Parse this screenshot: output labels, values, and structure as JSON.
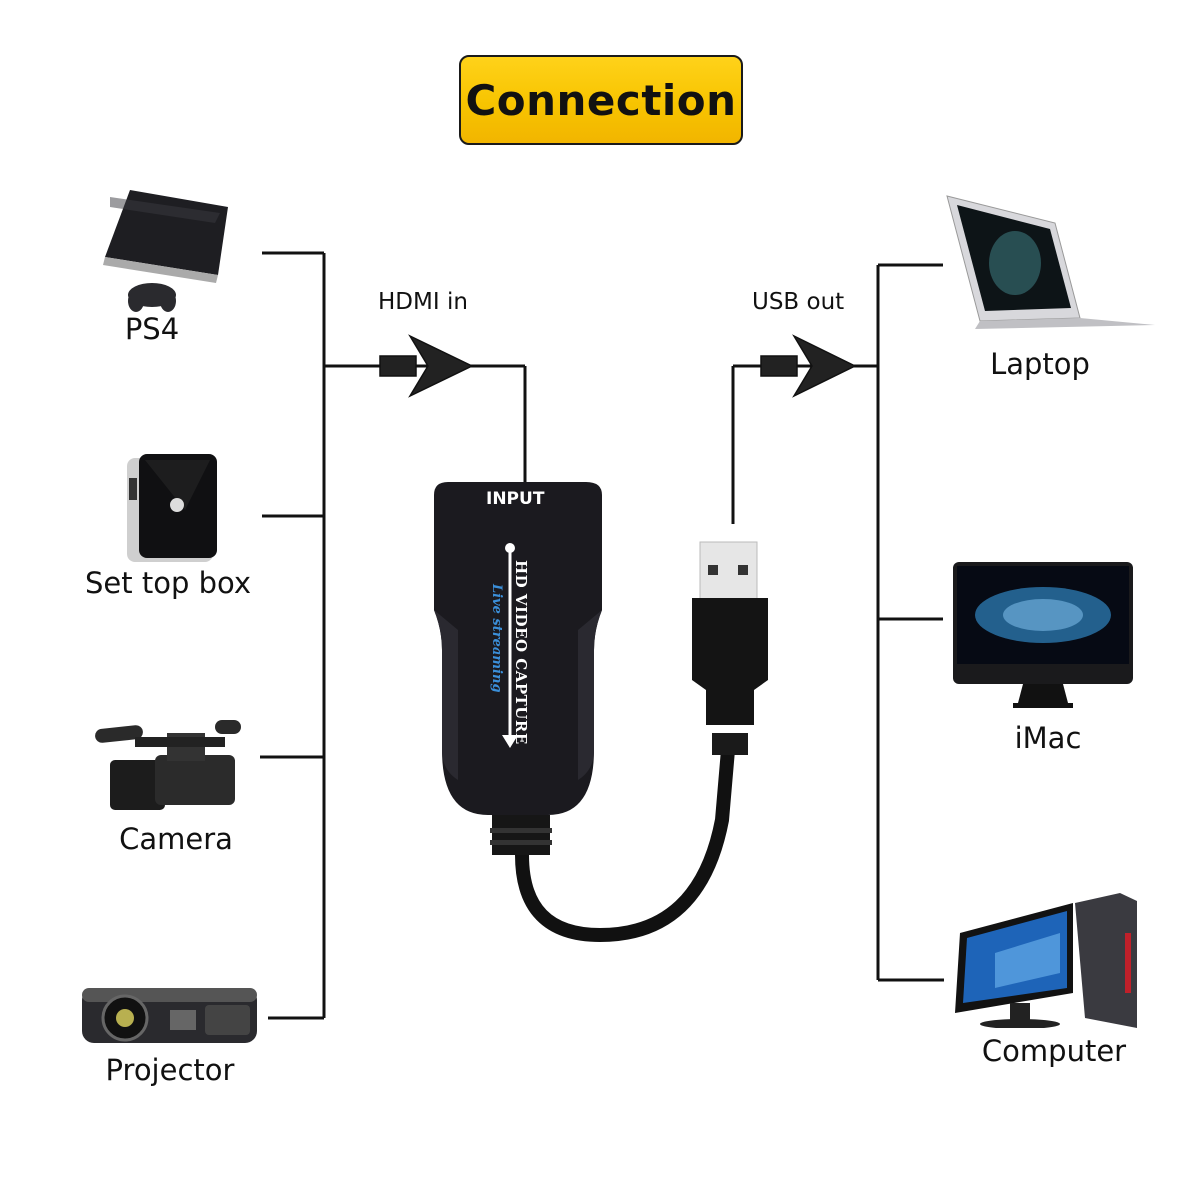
{
  "title": "Connection",
  "flow": {
    "input_label": "HDMI in",
    "output_label": "USB out"
  },
  "sources": [
    {
      "label": "PS4",
      "icon": "game-console-icon"
    },
    {
      "label": "Set top box",
      "icon": "set-top-box-icon"
    },
    {
      "label": "Camera",
      "icon": "video-camera-icon"
    },
    {
      "label": "Projector",
      "icon": "projector-icon"
    }
  ],
  "targets": [
    {
      "label": "Laptop",
      "icon": "laptop-icon"
    },
    {
      "label": "iMac",
      "icon": "imac-icon"
    },
    {
      "label": "Computer",
      "icon": "desktop-computer-icon"
    }
  ],
  "device": {
    "port_label": "INPUT",
    "product_name": "HD VIDEO CAPTURE",
    "tagline": "Live streaming"
  },
  "colors": {
    "title_bg": "#f7c400",
    "device_body": "#1b1a1f",
    "tagline": "#3b8fd9",
    "line": "#111111"
  }
}
